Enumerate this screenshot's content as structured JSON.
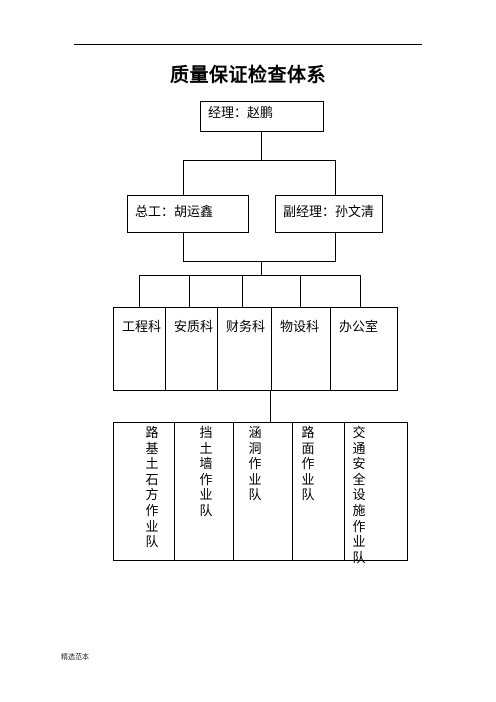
{
  "title": "质量保证检查体系",
  "manager": "经理：赵鹏",
  "chief_engineer": "总工：胡运鑫",
  "deputy_manager": "副经理：孙文清",
  "departments": [
    "工程科",
    "安质科",
    "财务科",
    "物设科",
    "办公室"
  ],
  "teams": [
    "路基土石方作业队",
    "挡土墙作业队",
    "涵洞作业队",
    "路面作业队",
    "交通安全设施作业队"
  ],
  "footer": "精选范本"
}
